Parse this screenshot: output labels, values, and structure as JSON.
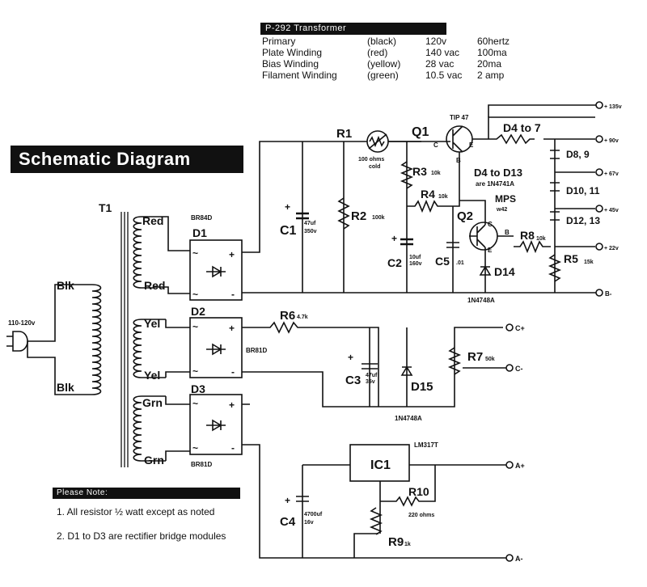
{
  "transformer_table": {
    "title": "P-292 Transformer",
    "rows": [
      [
        "Primary",
        "(black)",
        "120v",
        "60hertz"
      ],
      [
        "Plate Winding",
        "(red)",
        "140 vac",
        "100ma"
      ],
      [
        "Bias Winding",
        "(yellow)",
        "28 vac",
        "20ma"
      ],
      [
        "Filament Winding",
        "(green)",
        "10.5 vac",
        "2 amp"
      ]
    ]
  },
  "title": "Schematic Diagram",
  "notes": {
    "header": "Please Note:",
    "items": [
      "1. All resistor ½ watt except as noted",
      "2. D1 to D3 are rectifier bridge modules"
    ]
  },
  "labels": {
    "plug": "110-120v",
    "t1": "T1",
    "blk_top": "Blk",
    "blk_bot": "Blk",
    "red1": "Red",
    "red2": "Red",
    "yel1": "Yel",
    "yel2": "Yel",
    "grn1": "Grn",
    "grn2": "Grn",
    "d1": "D1",
    "d2": "D2",
    "d3": "D3",
    "br84d": "BR84D",
    "br81d_a": "BR81D",
    "br81d_b": "BR81D",
    "c1": "C1",
    "c1_val": "47uf",
    "c1_v": "350v",
    "r1": "R1",
    "r1_val": "100 ohms",
    "r1_val2": "cold",
    "r2": "R2",
    "r2_val": "100k",
    "q1": "Q1",
    "q1_part": "TIP 47",
    "r3": "R3",
    "r3_val": "10k",
    "r4": "R4",
    "r4_val": "10k",
    "c2": "C2",
    "c2_val": "10uf",
    "c2_v": "160v",
    "c5": "C5",
    "c5_val": ".01",
    "q2": "Q2",
    "q2_part": "MPS",
    "q2_part2": "w42",
    "d4to7": "D4 to 7",
    "d4to13": "D4 to D13",
    "d4to13_b": "are 1N4741A",
    "d8": "D8, 9",
    "d10": "D10, 11",
    "d12": "D12, 13",
    "r8": "R8",
    "r8_val": "10k",
    "r5": "R5",
    "r5_val": "15k",
    "d14": "D14",
    "d14_part": "1N4748A",
    "out_135": "+ 135v",
    "out_90": "+ 90v",
    "out_67": "+ 67v",
    "out_45": "+ 45v",
    "out_22": "+ 22v",
    "out_bm": "B-",
    "r6": "R6",
    "r6_val": "4.7k",
    "c3": "C3",
    "c3_val": "47uf",
    "c3_v": "35v",
    "d15": "D15",
    "d15_part": "1N4748A",
    "r7": "R7",
    "r7_val": "50k",
    "out_cp": "C+",
    "out_cm": "C-",
    "ic1": "IC1",
    "ic1_part": "LM317T",
    "r10": "R10",
    "r10_val": "220 ohms",
    "r9": "R9",
    "r9_val": "1k",
    "c4": "C4",
    "c4_val": "4700uf",
    "c4_v": "16v",
    "out_ap": "A+",
    "out_am": "A-",
    "c": "C",
    "e": "E",
    "b": "B",
    "plus": "+",
    "minus": "-",
    "tilde": "~"
  }
}
